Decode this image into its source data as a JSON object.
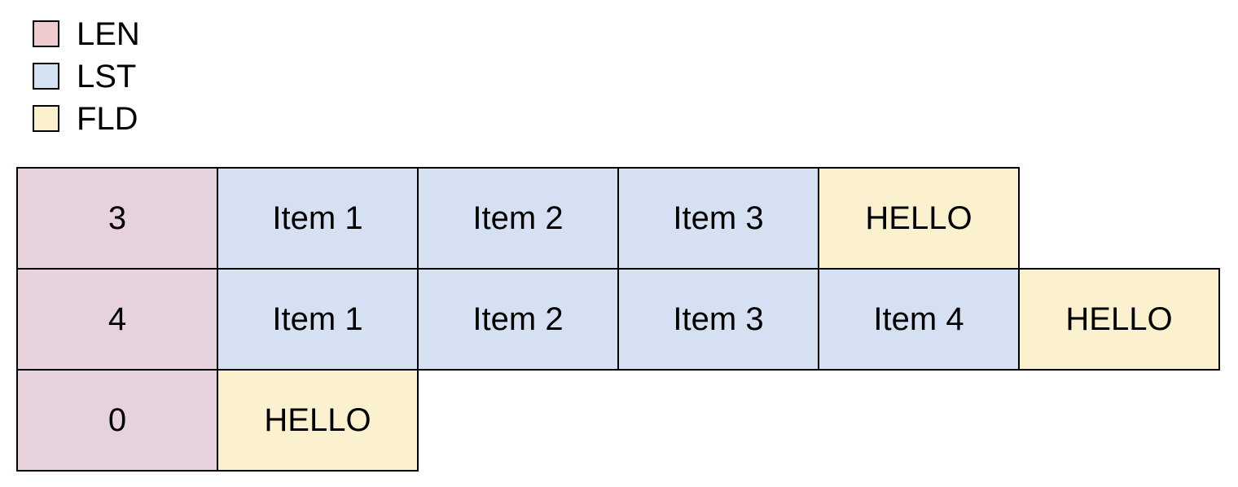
{
  "legend": {
    "items": [
      {
        "label": "LEN",
        "color": "#efcbcf"
      },
      {
        "label": "LST",
        "color": "#d4e1f2"
      },
      {
        "label": "FLD",
        "color": "#fbf1cd"
      }
    ]
  },
  "cell_colors": {
    "len": "#e5d2dc",
    "lst": "#d5e1f2",
    "fld": "#fbf1ce",
    "border": "#000000"
  },
  "rows": [
    {
      "len": "3",
      "items": [
        "Item 1",
        "Item 2",
        "Item 3"
      ],
      "field": "HELLO"
    },
    {
      "len": "4",
      "items": [
        "Item 1",
        "Item 2",
        "Item 3",
        "Item 4"
      ],
      "field": "HELLO"
    },
    {
      "len": "0",
      "items": [],
      "field": "HELLO"
    }
  ]
}
